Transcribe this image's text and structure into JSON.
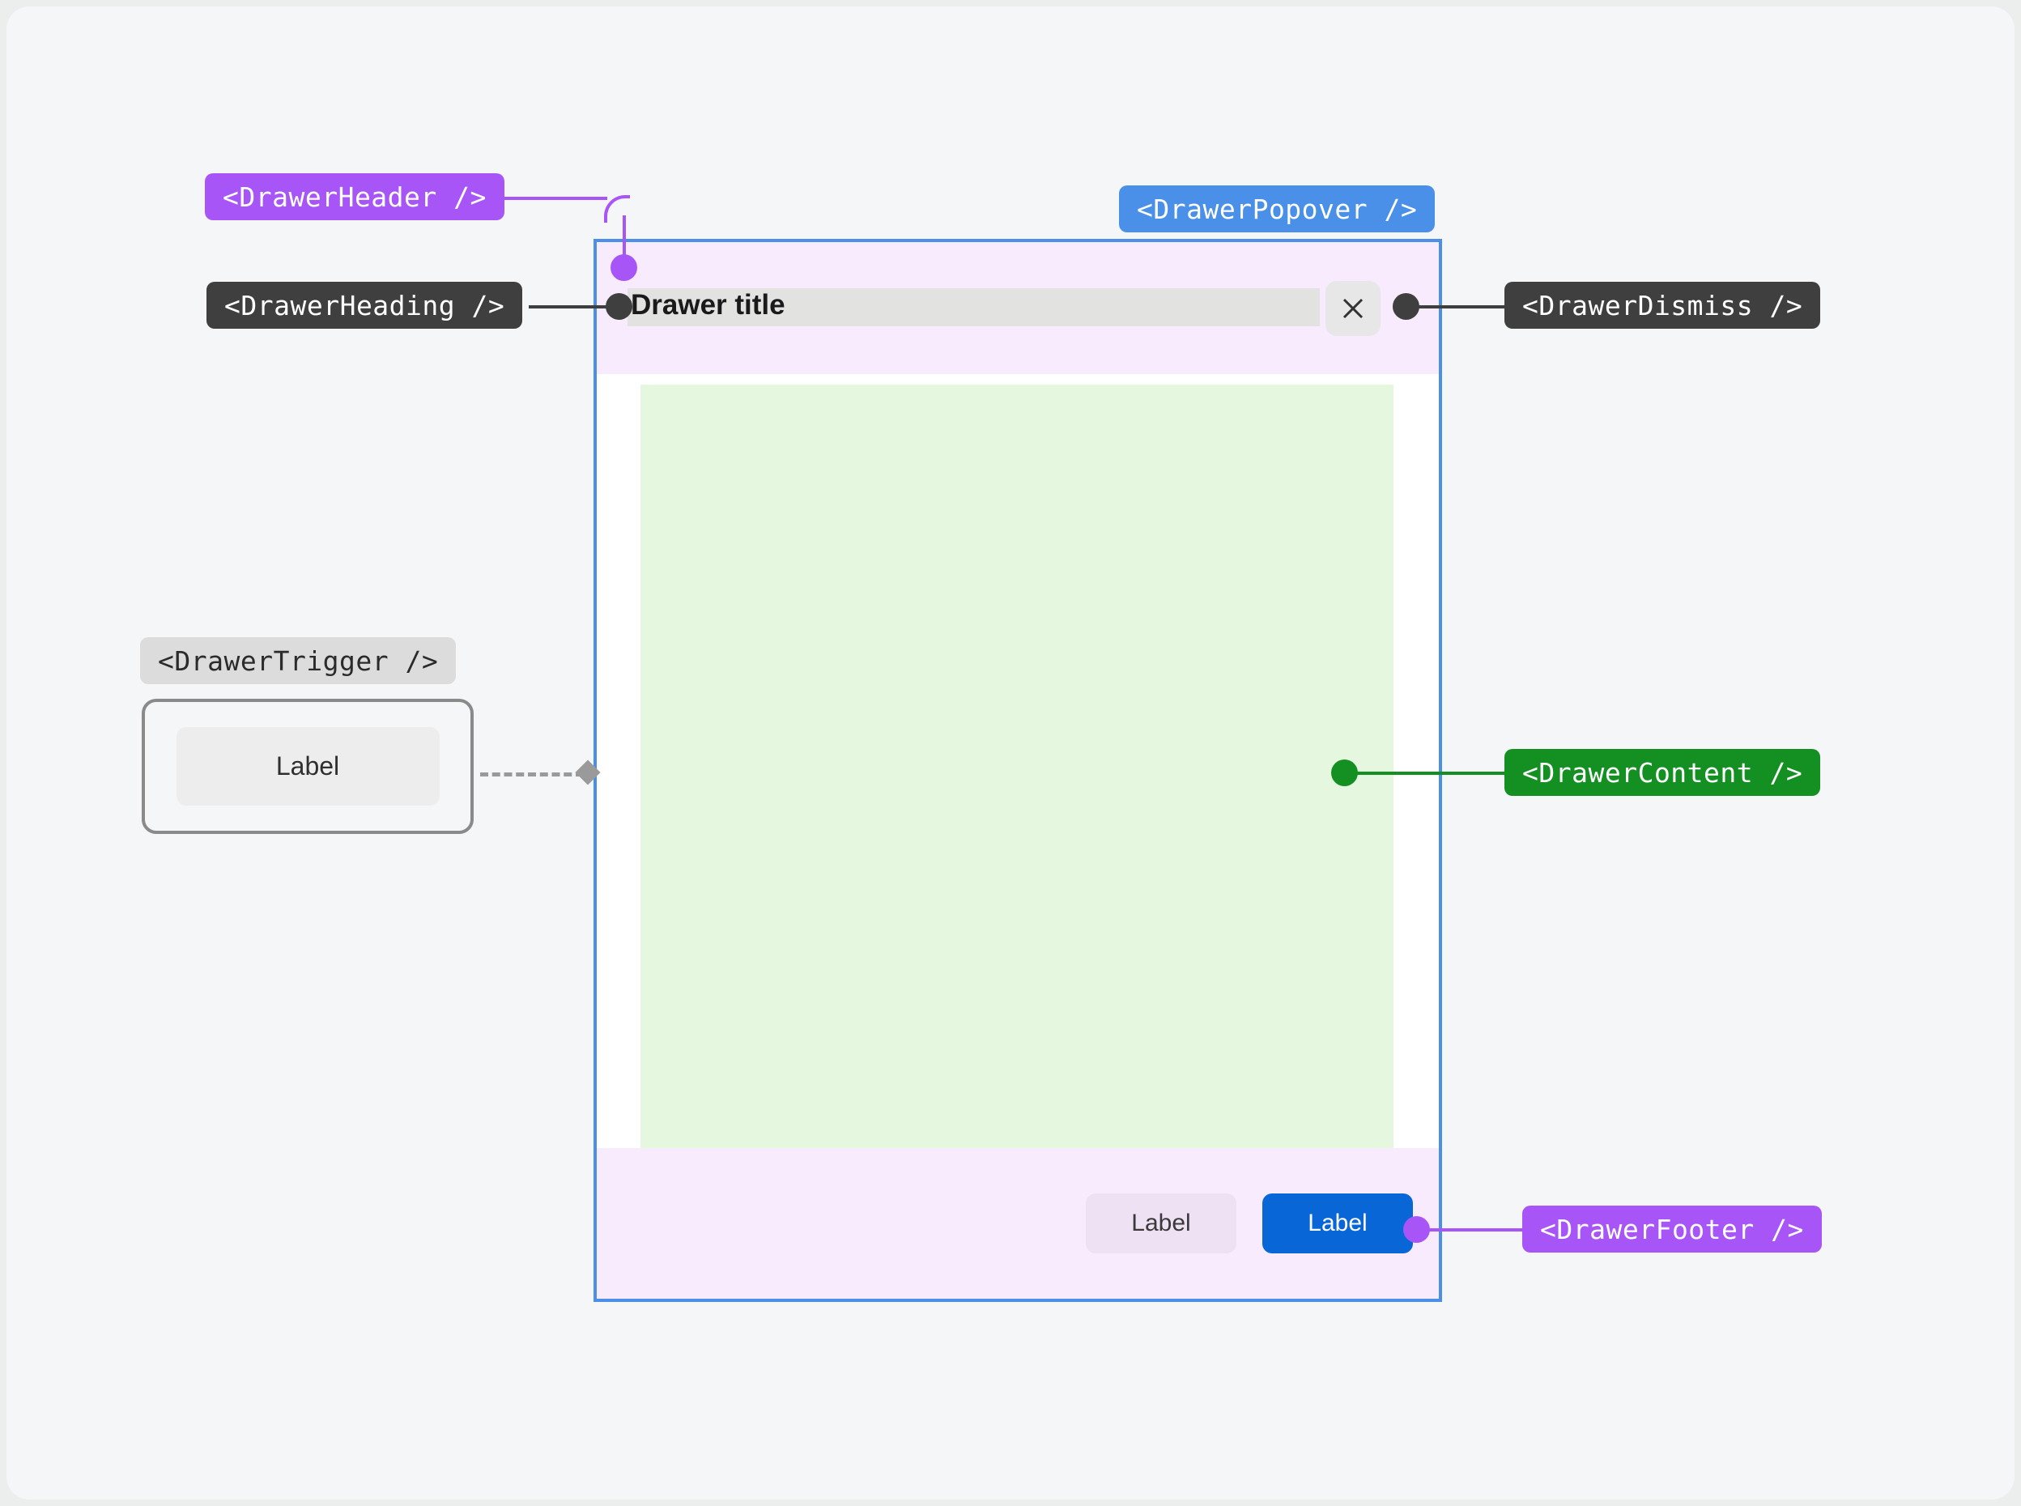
{
  "annotations": {
    "drawer_header": "<DrawerHeader />",
    "drawer_heading": "<DrawerHeading />",
    "drawer_popover": "<DrawerPopover />",
    "drawer_dismiss": "<DrawerDismiss />",
    "drawer_trigger": "<DrawerTrigger />",
    "drawer_content": "<DrawerContent />",
    "drawer_footer": "<DrawerFooter />"
  },
  "drawer": {
    "title": "Drawer title",
    "dismiss_icon": "close-icon",
    "dismiss_glyph": "✕",
    "footer": {
      "secondary_label": "Label",
      "primary_label": "Label"
    }
  },
  "trigger": {
    "button_label": "Label"
  },
  "colors": {
    "canvas_background": "#f5f6f7",
    "page_background": "#eceded",
    "badge_purple": "#a855f7",
    "badge_dark": "#3f3f3f",
    "badge_blue": "#4a90e8",
    "badge_green": "#139021",
    "badge_grey": "#dcdcdc",
    "drawer_border": "#4a90e8",
    "header_footer_fill": "#f7ebfd",
    "content_fill": "#e6f7e0",
    "title_band_fill": "#e2e3e1",
    "primary_button": "#0866d6",
    "secondary_button": "#eee1f4",
    "connector_grey": "#9a9a9a",
    "trigger_border": "#8a8a8a"
  }
}
